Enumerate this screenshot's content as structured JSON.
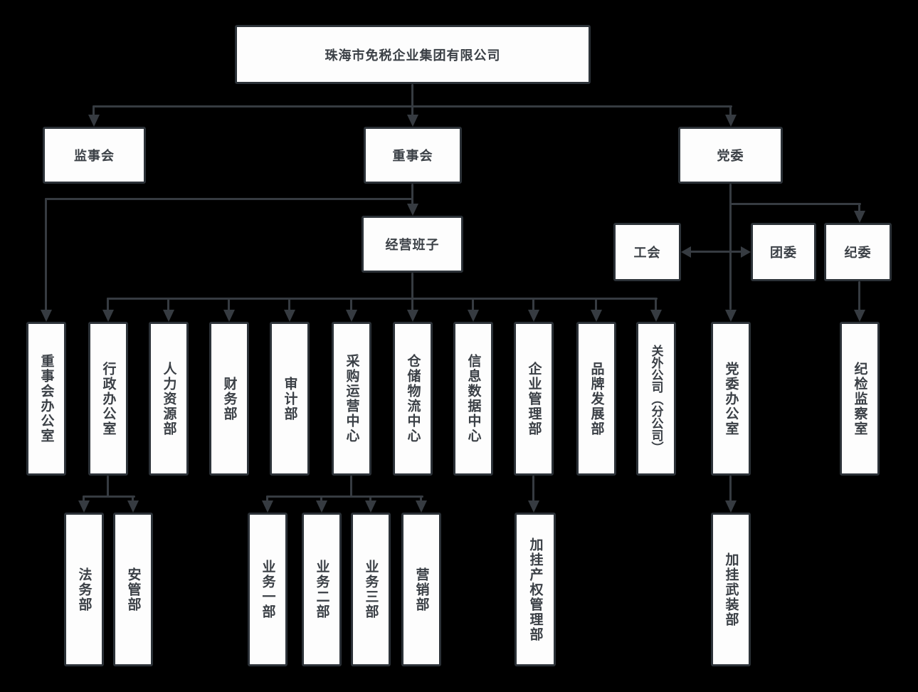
{
  "diagram": {
    "type": "org-chart",
    "colors": {
      "background": "#000000",
      "box_fill": "#fdfdfd",
      "box_border": "#2c3238",
      "connector": "#363b41",
      "text": "#3b4046"
    },
    "nodes": {
      "root": "珠海市免税企业集团有限公司",
      "jianshihui": "监事会",
      "dongshihui": "重事会",
      "dangwei": "党委",
      "jingyingbanzi": "经营班子",
      "gonghui": "工会",
      "tuanwei": "团委",
      "jiwei": "纪委",
      "dshOffice": "重事会办公室",
      "xingzheng": "行政办公室",
      "renli": "人力资源部",
      "caiwu": "财务部",
      "shenji": "审计部",
      "caigou": "采购运营中心",
      "cangchu": "仓储物流中心",
      "xinxi": "信息数据中心",
      "qiye": "企业管理部",
      "pinpai": "品牌发展部",
      "guanwai": "关外公司（分公司）",
      "dangweiOffice": "党委办公室",
      "jijian": "纪检监察室",
      "fawu": "法务部",
      "anguan": "安管部",
      "yewu1": "业务一部",
      "yewu2": "业务二部",
      "yewu3": "业务三部",
      "yingxiao": "营销部",
      "chanquan": "加挂产权管理部",
      "wuzhuang": "加挂武装部"
    },
    "edges": [
      [
        "root",
        "jianshihui"
      ],
      [
        "root",
        "dongshihui"
      ],
      [
        "root",
        "dangwei"
      ],
      [
        "dongshihui",
        "jingyingbanzi"
      ],
      [
        "dongshihui",
        "dshOffice"
      ],
      [
        "jingyingbanzi",
        "xingzheng"
      ],
      [
        "jingyingbanzi",
        "renli"
      ],
      [
        "jingyingbanzi",
        "caiwu"
      ],
      [
        "jingyingbanzi",
        "shenji"
      ],
      [
        "jingyingbanzi",
        "caigou"
      ],
      [
        "jingyingbanzi",
        "cangchu"
      ],
      [
        "jingyingbanzi",
        "xinxi"
      ],
      [
        "jingyingbanzi",
        "qiye"
      ],
      [
        "jingyingbanzi",
        "pinpai"
      ],
      [
        "jingyingbanzi",
        "guanwai"
      ],
      [
        "dangwei",
        "gonghui"
      ],
      [
        "dangwei",
        "tuanwei"
      ],
      [
        "dangwei",
        "jiwei"
      ],
      [
        "dangwei",
        "dangweiOffice"
      ],
      [
        "jiwei",
        "jijian"
      ],
      [
        "xingzheng",
        "fawu"
      ],
      [
        "xingzheng",
        "anguan"
      ],
      [
        "caigou",
        "yewu1"
      ],
      [
        "caigou",
        "yewu2"
      ],
      [
        "caigou",
        "yewu3"
      ],
      [
        "caigou",
        "yingxiao"
      ],
      [
        "qiye",
        "chanquan"
      ],
      [
        "dangweiOffice",
        "wuzhuang"
      ]
    ]
  }
}
